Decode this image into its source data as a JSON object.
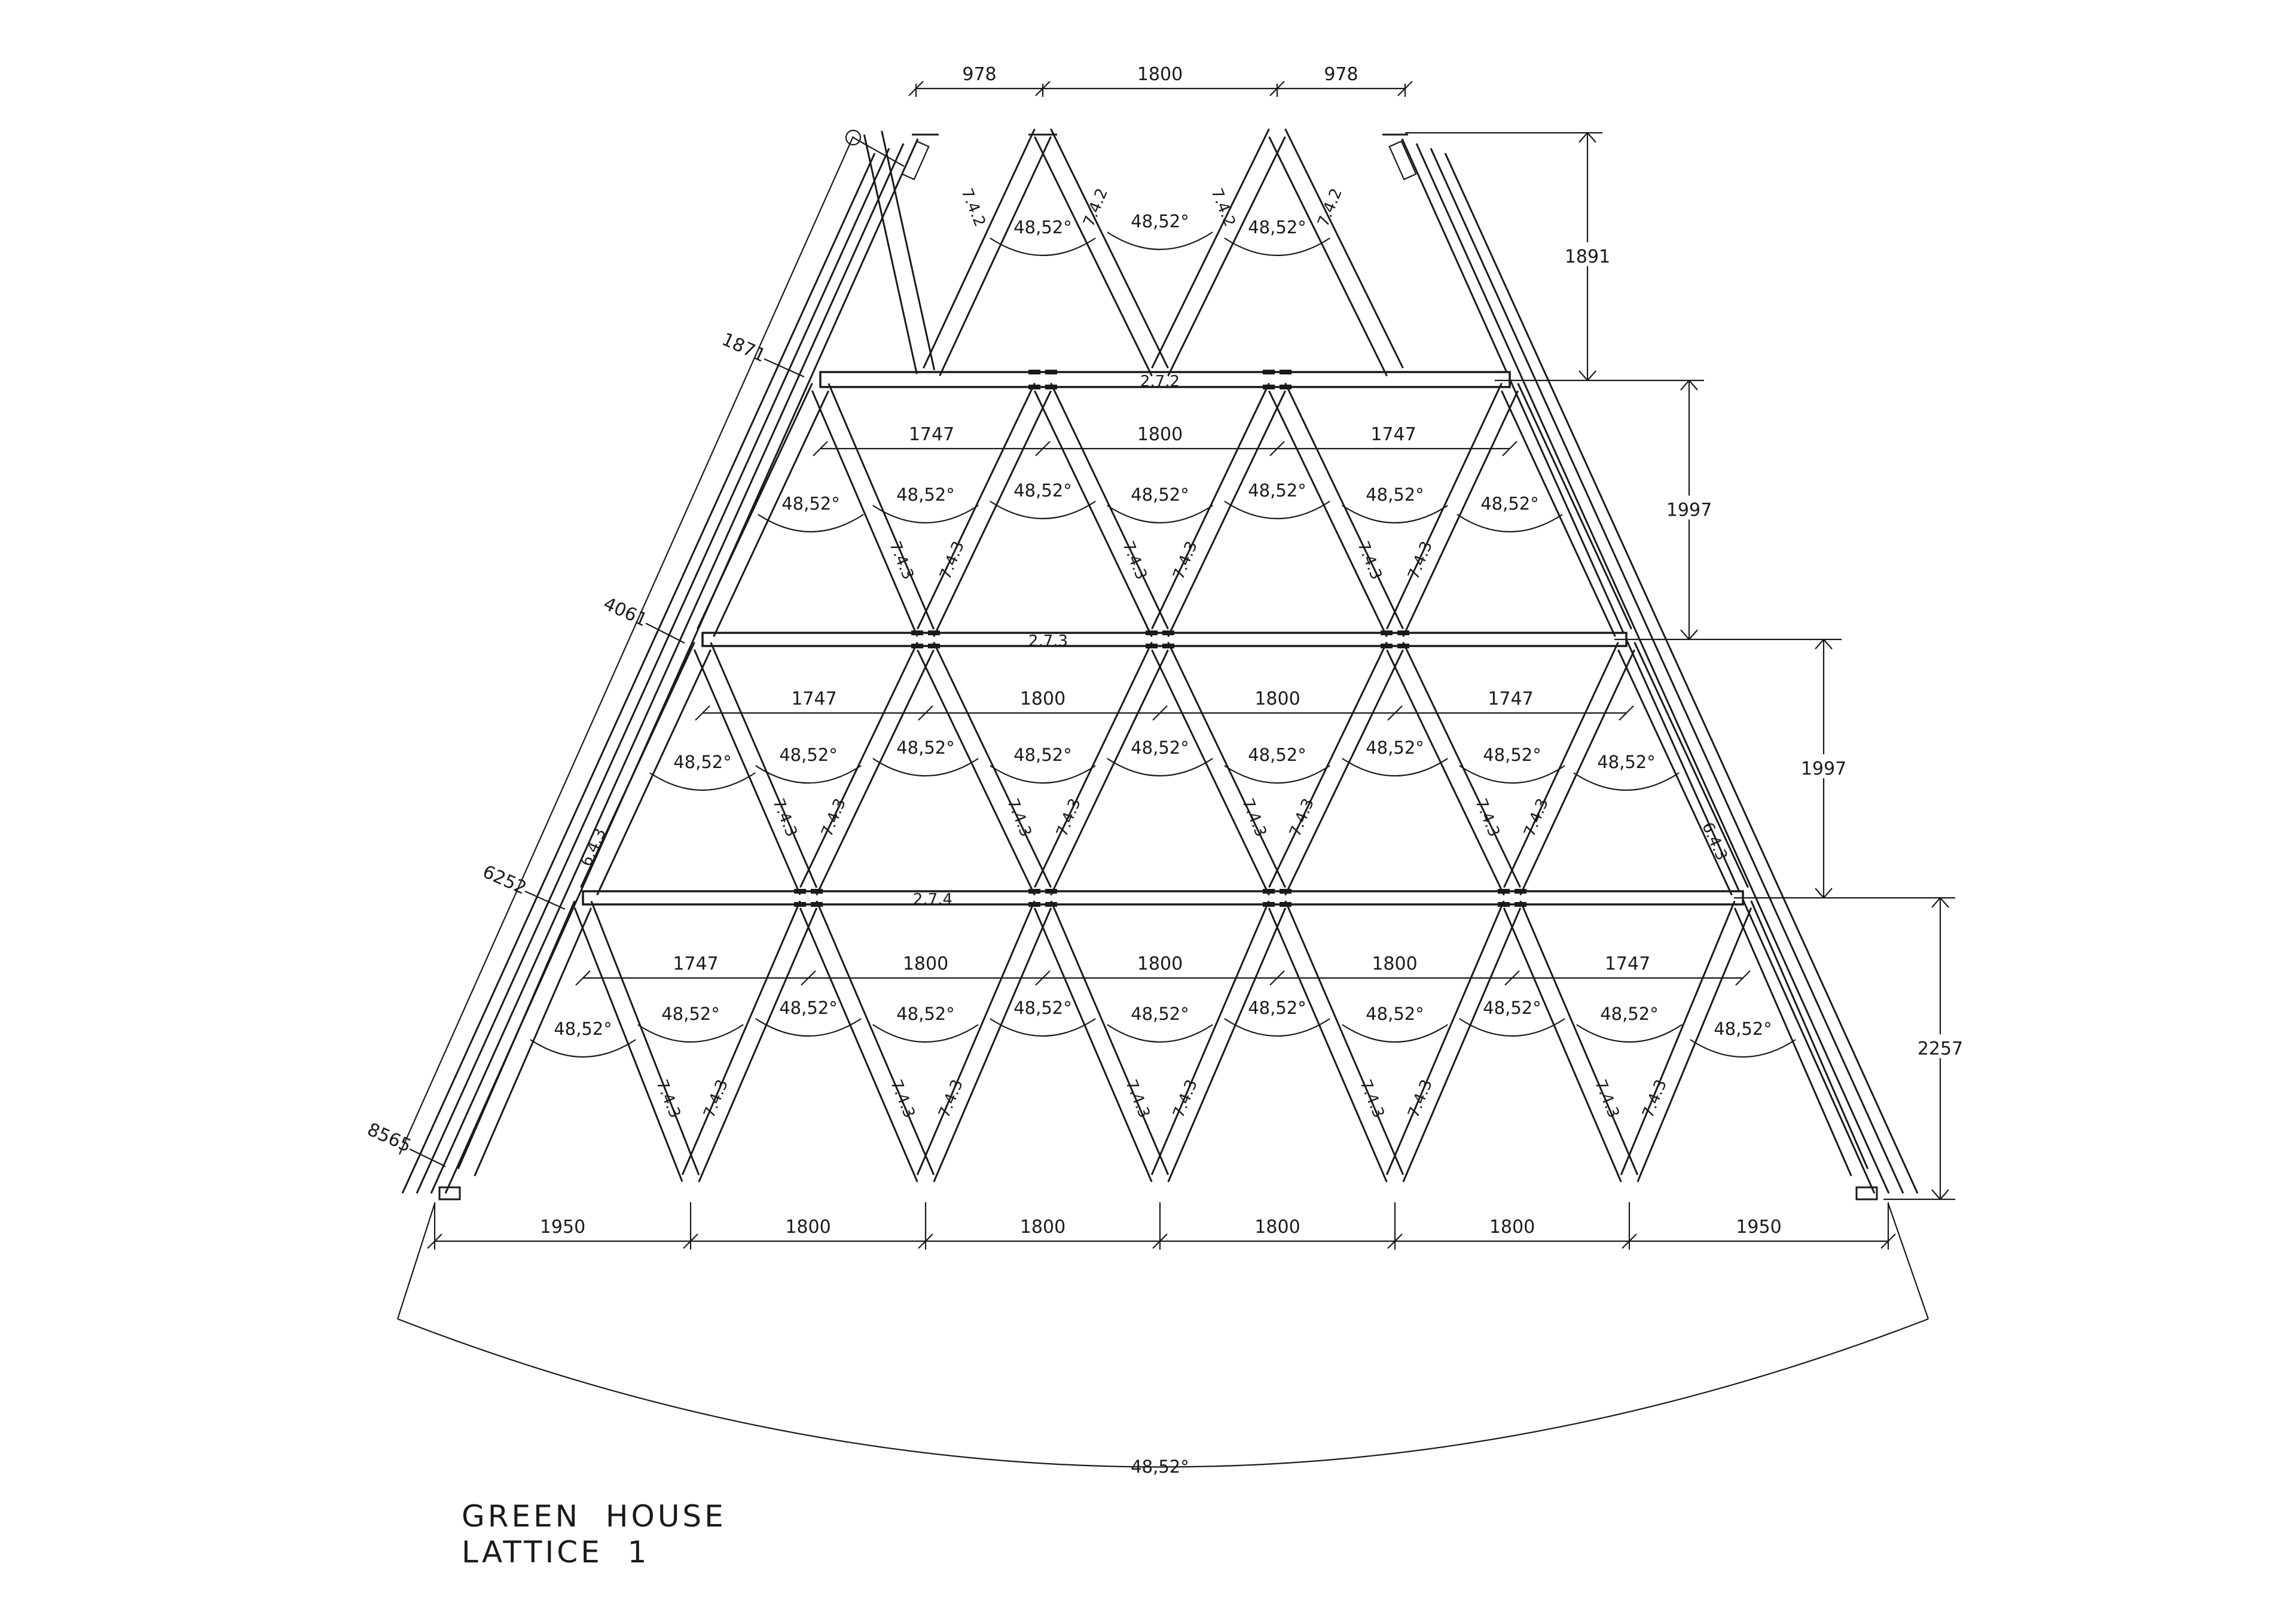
{
  "drawing": {
    "title_line1": "GREEN  HOUSE",
    "title_line2": "LATTICE  1",
    "line_color": "#1a1a1a",
    "background": "#ffffff"
  },
  "top_dimensions": [
    "978",
    "1800",
    "978"
  ],
  "row2_dimensions": [
    "1747",
    "1800",
    "1747"
  ],
  "row3_dimensions": [
    "1747",
    "1800",
    "1800",
    "1747"
  ],
  "row4_dimensions": [
    "1747",
    "1800",
    "1800",
    "1800",
    "1747"
  ],
  "base_dimensions": [
    "1950",
    "1800",
    "1800",
    "1800",
    "1800",
    "1950"
  ],
  "vertical_dimensions": [
    "1891",
    "1997",
    "1997",
    "2257"
  ],
  "rafter_dimensions": [
    "1871",
    "4061",
    "6252",
    "8565"
  ],
  "beam_labels": [
    "2.7.2",
    "2.7.3",
    "2.7.4"
  ],
  "member_labels": {
    "row1": "7.4.2",
    "row_lower": "7.4.3",
    "rafter": "6.4.3"
  },
  "angle_label": "48,52°",
  "base_arc_angle": "48,52°"
}
